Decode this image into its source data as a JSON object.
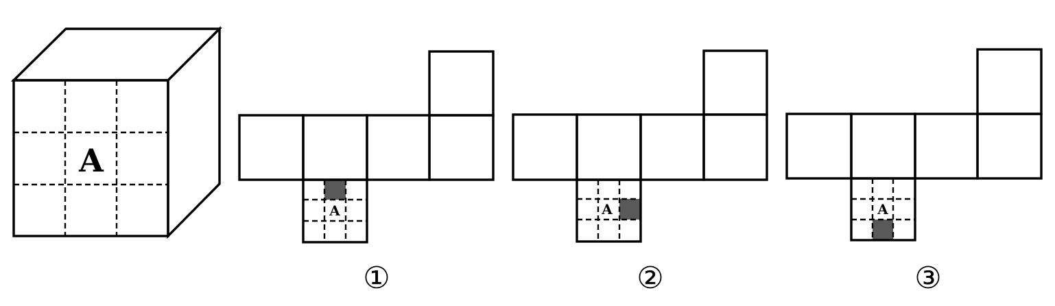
{
  "cube": {
    "face_letter": "A"
  },
  "options": [
    {
      "label": "①",
      "face_letter": "A",
      "shaded_cell": "top-middle"
    },
    {
      "label": "②",
      "face_letter": "A",
      "shaded_cell": "middle-right"
    },
    {
      "label": "③",
      "face_letter": "A",
      "shaded_cell": "bottom-middle"
    }
  ],
  "colors": {
    "line": "#000000",
    "shade": "#595959",
    "background": "#ffffff"
  }
}
